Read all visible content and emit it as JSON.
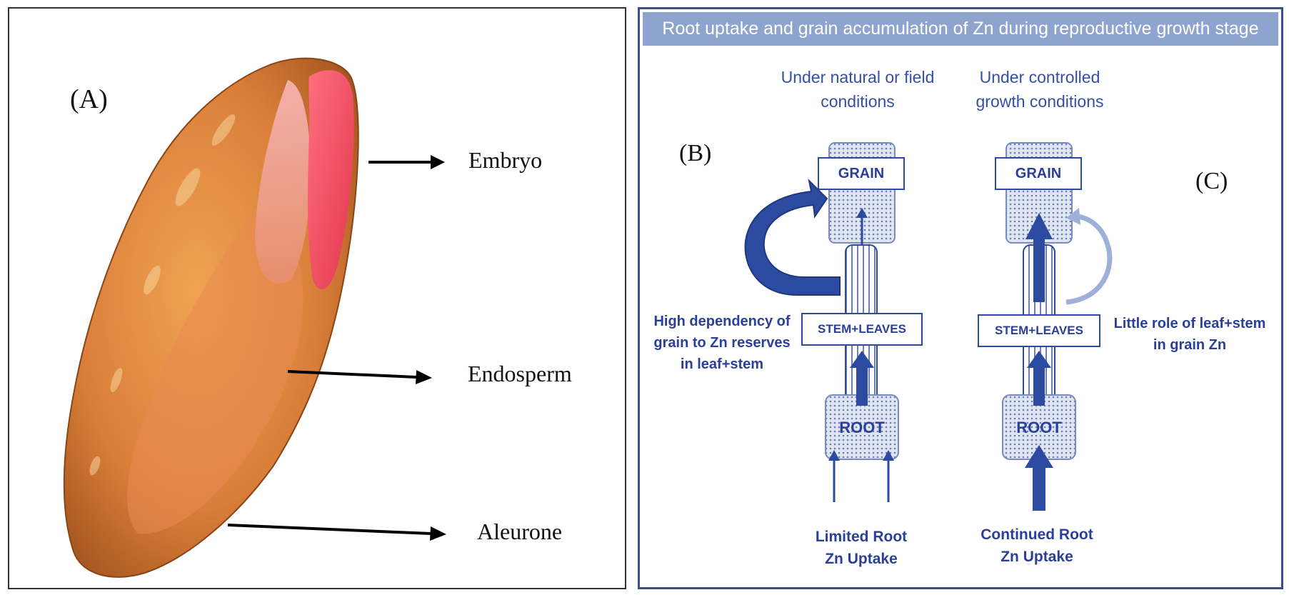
{
  "panel_a": {
    "tag": "(A)",
    "labels": {
      "embryo": "Embryo",
      "endosperm": "Endosperm",
      "aleurone": "Aleurone"
    }
  },
  "panel_bc": {
    "title": "Root uptake and grain accumulation of Zn during reproductive growth stage",
    "tag_b": "(B)",
    "tag_c": "(C)",
    "left_column": {
      "heading_line1": "Under natural or field",
      "heading_line2": "conditions",
      "grain": "GRAIN",
      "stem_leaves": "STEM+LEAVES",
      "root": "ROOT",
      "note_line1": "High dependency of",
      "note_line2": "grain to Zn reserves",
      "note_line3": "in leaf+stem",
      "uptake_line1": "Limited Root",
      "uptake_line2": "Zn Uptake"
    },
    "right_column": {
      "heading_line1": "Under controlled",
      "heading_line2": "growth conditions",
      "grain": "GRAIN",
      "stem_leaves": "STEM+LEAVES",
      "root": "ROOT",
      "note_line1": "Little role of leaf+stem",
      "note_line2": "in grain Zn",
      "uptake_line1": "Continued Root",
      "uptake_line2": "Zn Uptake"
    }
  },
  "colors": {
    "title_band": "#8ea3cd",
    "dark_blue": "#2b4aa0",
    "text_blue": "#2a3f9a",
    "heading_blue": "#3350a6",
    "light_arrow": "#9fb0d8",
    "grain_fill": "#c7d0e6",
    "seed_orange": "#d9823d",
    "embryo_red": "#ee4a5e"
  }
}
